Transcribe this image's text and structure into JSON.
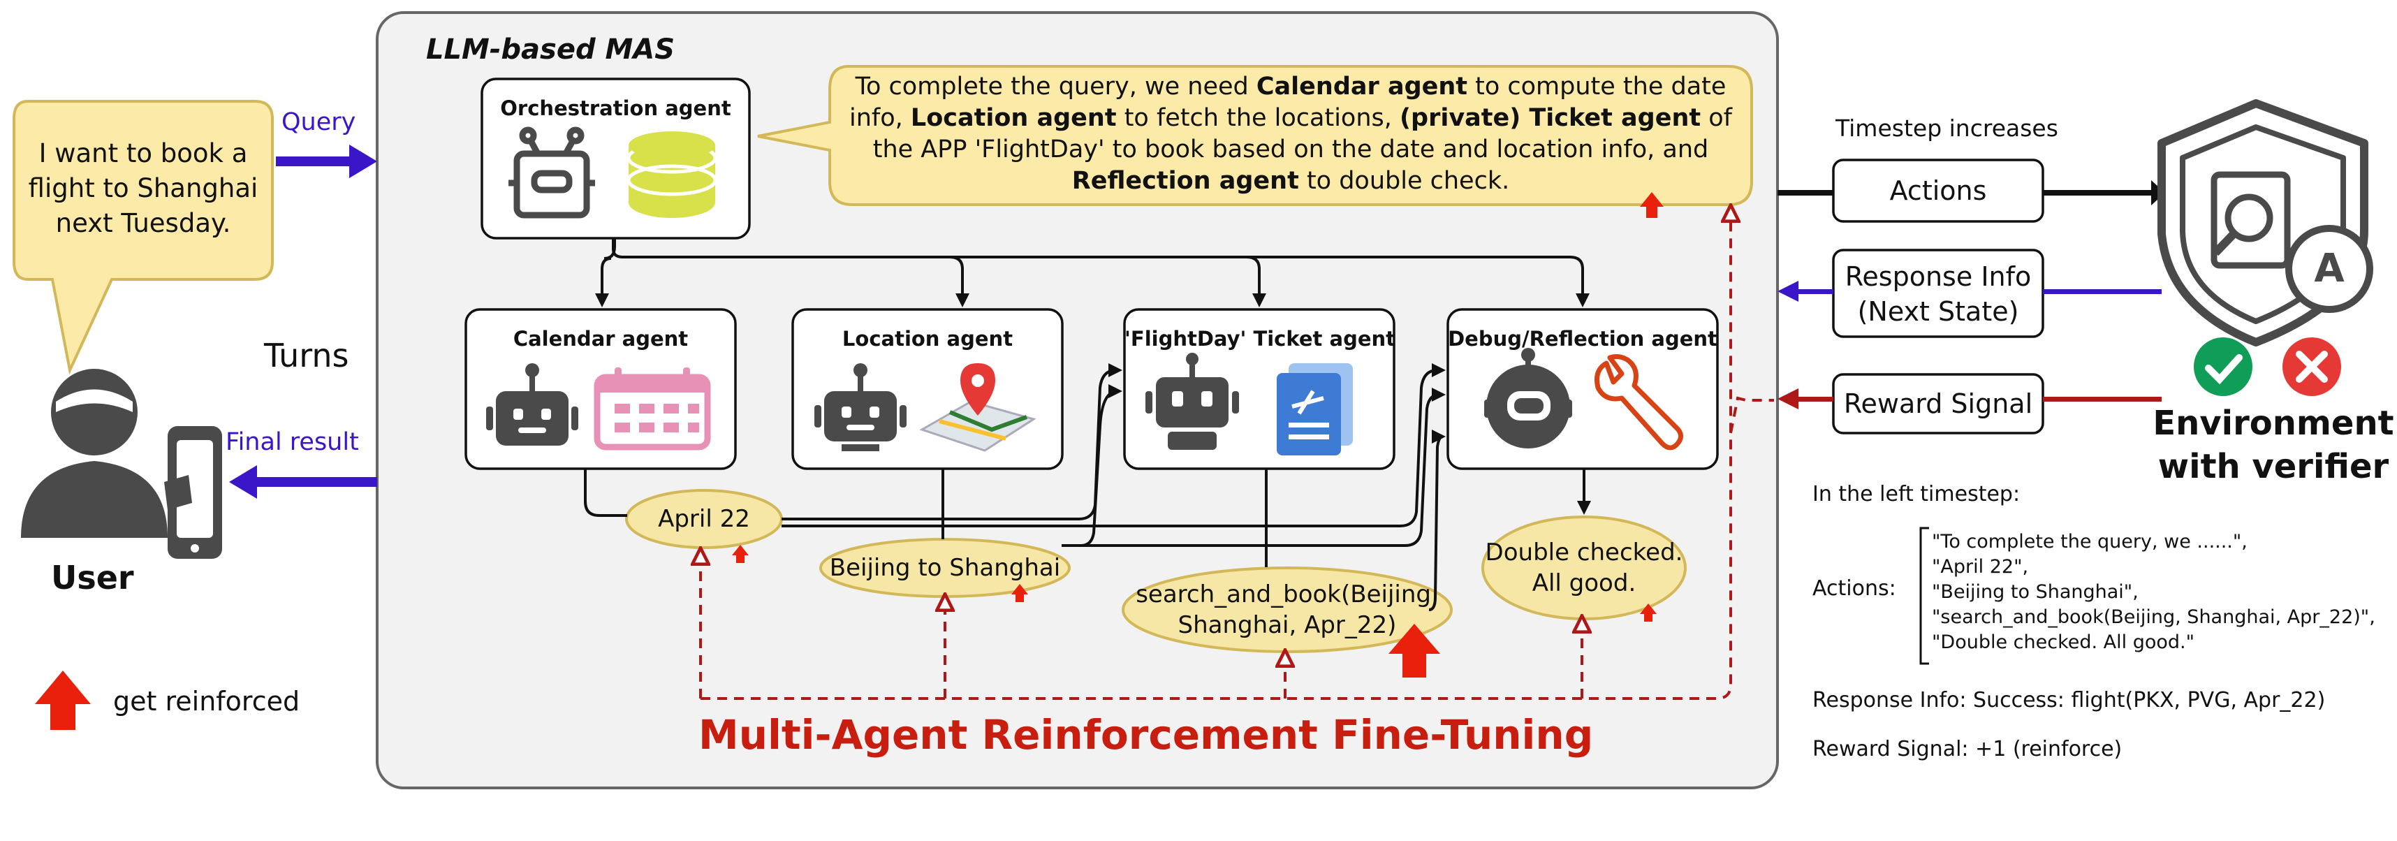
{
  "user": {
    "speech": [
      "I want to book a",
      "flight to Shanghai",
      "next Tuesday."
    ],
    "label": "User",
    "query_label": "Query",
    "final_result_label": "Final result",
    "turns_label": "Turns"
  },
  "mas": {
    "title": "LLM-based MAS",
    "orchestration_agent": "Orchestration agent",
    "orchestration_speech": {
      "line1_a": "To complete the query, we need ",
      "line1_b": "Calendar agent",
      "line1_c": " to compute the date",
      "line2_a": "info, ",
      "line2_b": "Location agent",
      "line2_c": " to fetch the locations, ",
      "line2_d": "(private) Ticket agent",
      "line2_e": " of",
      "line3": "the APP 'FlightDay' to book based on the date and location info, and",
      "line4_a": "Reflection agent",
      "line4_b": " to double check."
    },
    "agents": {
      "calendar": "Calendar agent",
      "location": "Location agent",
      "ticket": "'FlightDay' Ticket agent",
      "debug": "Debug/Reflection agent"
    },
    "outputs": {
      "april": "April 22",
      "beijing": "Beijing to Shanghai",
      "search_line1": "search_and_book(Beijing,",
      "search_line2": "Shanghai, Apr_22)",
      "double_line1": "Double checked.",
      "double_line2": "All good."
    },
    "marft_label": "Multi-Agent Reinforcement Fine-Tuning"
  },
  "legend": {
    "reinforced_label": "get reinforced"
  },
  "environment": {
    "timestep_label": "Timestep increases",
    "actions_box": "Actions",
    "response_box_line1": "Response Info",
    "response_box_line2": "(Next State)",
    "reward_box": "Reward Signal",
    "env_line1": "Environment",
    "env_line2": "with verifier",
    "badge_letter": "A",
    "left_timestep_label": "In the left timestep:",
    "actions_label": "Actions:",
    "actions_list": [
      "\"To complete the query, we ......\",",
      "\"April 22\",",
      "\"Beijing to Shanghai\",",
      "\"search_and_book(Beijing, Shanghai, Apr_22)\",",
      "\"Double checked. All good.\""
    ],
    "response_info": "Response Info: Success: flight(PKX, PVG, Apr_22)",
    "reward_signal": "Reward Signal: +1 (reinforce)"
  },
  "colors": {
    "arrow_blue": "#3a16c8",
    "dark_red": "#b01818",
    "reinforce_red": "#e8200c",
    "speech_fill": "#fbeaa8",
    "oval_fill": "#f6e7a6",
    "panel_fill": "#f2f2f2",
    "robot_gray": "#4a4a4a",
    "check_green": "#0f9d58",
    "cross_red": "#e53935"
  }
}
